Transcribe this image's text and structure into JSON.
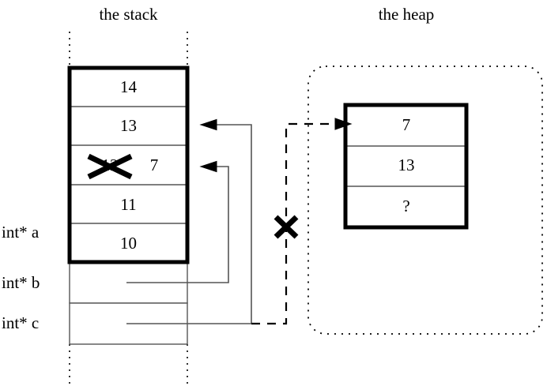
{
  "figure": {
    "title_left": "the stack",
    "title_right": "the heap",
    "description": "Memory diagram showing a stack array and a heap allocation with pointer arrows"
  },
  "stack": {
    "label": "the stack",
    "array_cells": [
      {
        "value": "14"
      },
      {
        "value": "13"
      },
      {
        "value": "12",
        "struck": true,
        "replacement": "7"
      },
      {
        "value": "11"
      },
      {
        "value": "10"
      }
    ],
    "variables": [
      {
        "name": "int* a",
        "points_to": "array-start"
      },
      {
        "name": "int* b",
        "points_to": "array-cell-3"
      },
      {
        "name": "int* c",
        "points_to": "array-cell-2"
      }
    ]
  },
  "heap": {
    "label": "the heap",
    "block_cells": [
      {
        "value": "7"
      },
      {
        "value": "13"
      },
      {
        "value": "?"
      }
    ]
  },
  "annotations": {
    "cross_mark": "✕",
    "struck_value_cross": "✕",
    "dangling_arrow_note": "dashed arrow from int* c to heap block is crossed out"
  },
  "colors": {
    "stroke": "#000000",
    "thin_stroke": "#555555",
    "background": "#ffffff"
  }
}
